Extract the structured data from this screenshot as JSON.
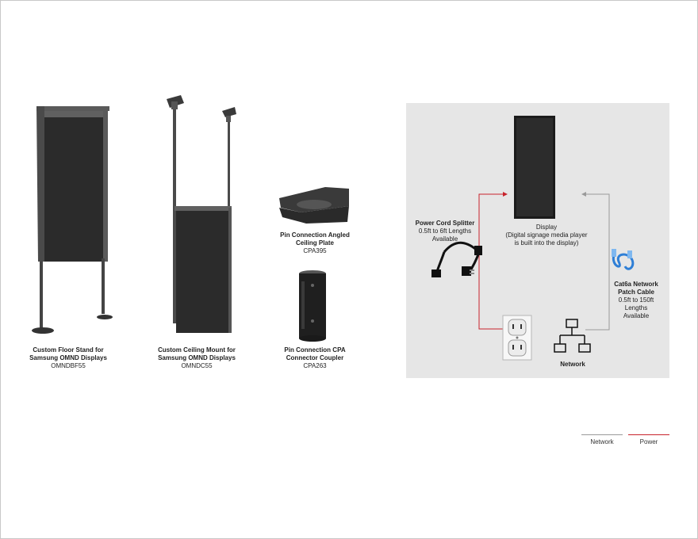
{
  "products": [
    {
      "title_1": "Custom Floor Stand for",
      "title_2": "Samsung OMND Displays",
      "code": "OMNDBF55"
    },
    {
      "title_1": "Custom Ceiling Mount for",
      "title_2": "Samsung OMND Displays",
      "code": "OMNDC55"
    },
    {
      "title_1": "Pin Connection Angled",
      "title_2": "Ceiling Plate",
      "code": "CPA395"
    },
    {
      "title_1": "Pin Connection CPA",
      "title_2": "Connector Coupler",
      "code": "CPA263"
    }
  ],
  "diagram": {
    "display": {
      "title": "Display",
      "line_1": "(Digital signage media player",
      "line_2": "is built into the display)"
    },
    "splitter": {
      "title": "Power Cord Splitter",
      "line_1": "0.5ft to 6ft Lengths",
      "line_2": "Available"
    },
    "cable": {
      "title_1": "Cat6a Network",
      "title_2": "Patch Cable",
      "line_1": "0.5ft to 150ft",
      "line_2": "Lengths",
      "line_3": "Available"
    },
    "network": {
      "title": "Network"
    }
  },
  "legend": {
    "network": "Network",
    "power": "Power"
  },
  "colors": {
    "network_line": "#9a9a9a",
    "power_line": "#c8232c",
    "panel": "#e6e6e6",
    "cable": "#2f7fd6"
  }
}
